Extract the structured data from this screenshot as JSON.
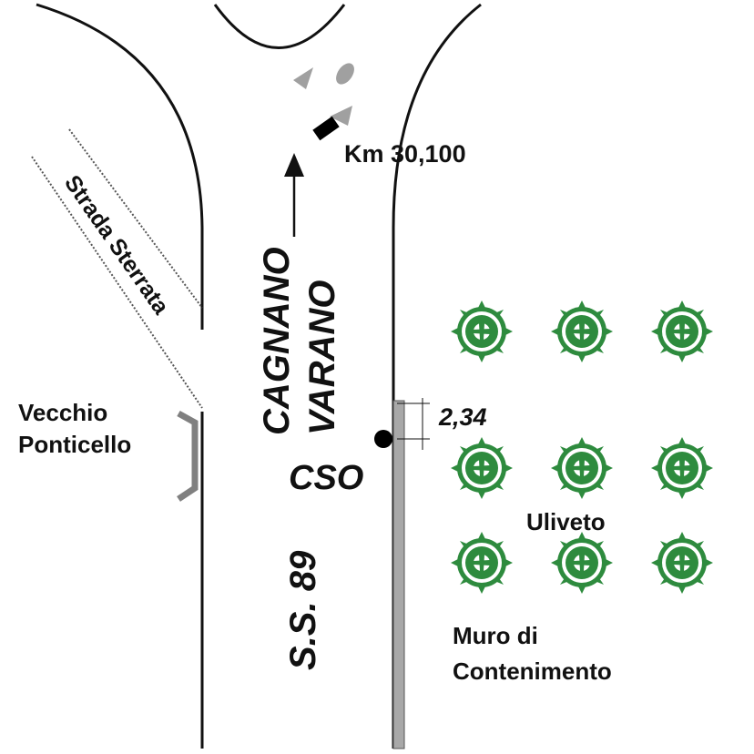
{
  "labels": {
    "km": "Km 30,100",
    "strada_sterrata": "Strada Sterrata",
    "cagnano": "CAGNANO",
    "varano": "VARANO",
    "distance": "2,34",
    "cso": "CSO",
    "vecchio": "Vecchio",
    "ponticello": "Ponticello",
    "uliveto": "Uliveto",
    "ss89": "S.S. 89",
    "muro_line1": "Muro di",
    "muro_line2": "Contenimento"
  },
  "colors": {
    "road_line": "#111111",
    "wall": "#a8a8a8",
    "wall_edge": "#555555",
    "bridge": "#808080",
    "tree": "#2e8b3e",
    "island": "#a0a0a0",
    "marker": "#000000",
    "text": "#111111"
  },
  "trees": {
    "rows": 3,
    "cols": 3,
    "icon": "olive-tree-icon"
  }
}
